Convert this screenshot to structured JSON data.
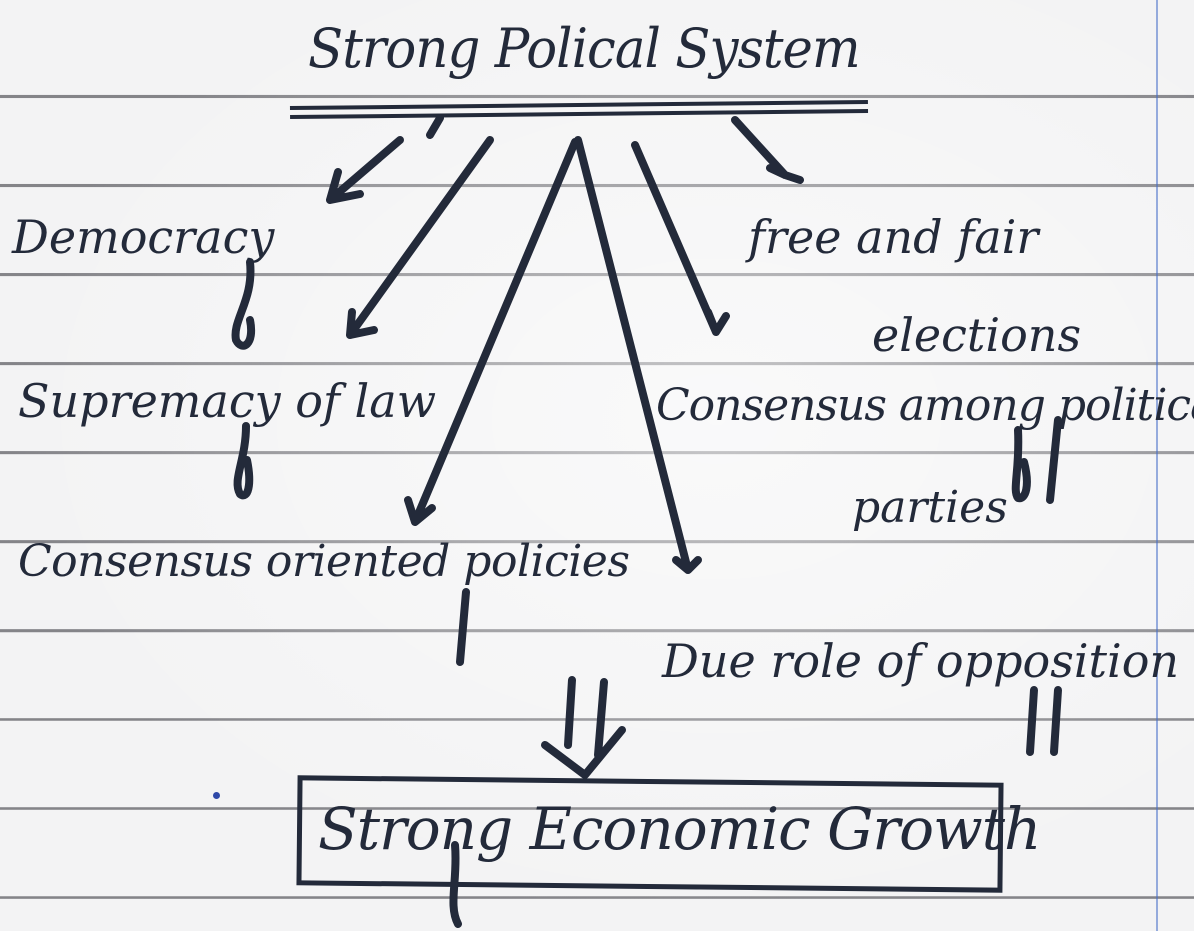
{
  "diagram": {
    "title": "Strong Polical System",
    "nodes": {
      "democracy": "Democracy",
      "supremacy_of_law": "Supremacy of law",
      "consensus_policies": "Consensus oriented policies",
      "free_elections": [
        "free and fair",
        "elections"
      ],
      "consensus_parties": [
        "Consensus among political",
        "parties"
      ],
      "opposition": "Due role of opposition"
    },
    "result": "Strong Economic Growth"
  },
  "colors": {
    "ink": "#232a3a",
    "paper": "#f3f3f4",
    "rule_line": "#2e2e38",
    "margin_line": "#466ec8",
    "ink_dot": "#2e48a8"
  }
}
